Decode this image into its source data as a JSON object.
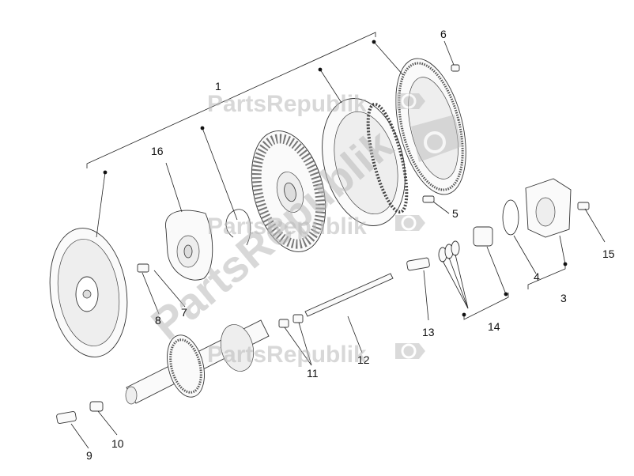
{
  "watermark": {
    "brand_text": "PartsRepublik",
    "slanted_text": "PartsRepublik"
  },
  "callouts": [
    {
      "id": "1",
      "text": "1"
    },
    {
      "id": "3",
      "text": "3"
    },
    {
      "id": "4",
      "text": "4"
    },
    {
      "id": "5",
      "text": "5"
    },
    {
      "id": "6",
      "text": "6"
    },
    {
      "id": "7",
      "text": "7"
    },
    {
      "id": "8",
      "text": "8"
    },
    {
      "id": "9",
      "text": "9"
    },
    {
      "id": "10",
      "text": "10"
    },
    {
      "id": "11",
      "text": "11"
    },
    {
      "id": "12",
      "text": "12"
    },
    {
      "id": "13",
      "text": "13"
    },
    {
      "id": "14",
      "text": "14"
    },
    {
      "id": "15",
      "text": "15"
    },
    {
      "id": "16",
      "text": "16"
    }
  ],
  "colors": {
    "line": "#222222",
    "watermark": "#b9b9b9",
    "background": "#ffffff"
  },
  "icons": [
    "gear-icon"
  ]
}
